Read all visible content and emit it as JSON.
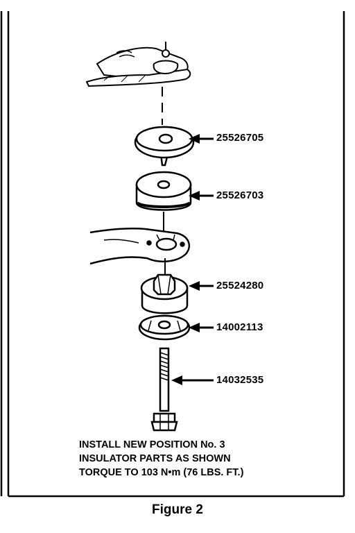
{
  "parts": {
    "p1": "25526705",
    "p2": "25526703",
    "p3": "25524280",
    "p4": "14002113",
    "p5": "14032535"
  },
  "instructions": {
    "line1": "INSTALL NEW POSITION No. 3",
    "line2": "INSULATOR PARTS AS  SHOWN",
    "line3": "TORQUE TO 103 N•m (76 LBS. FT.)"
  },
  "caption": "Figure 2"
}
